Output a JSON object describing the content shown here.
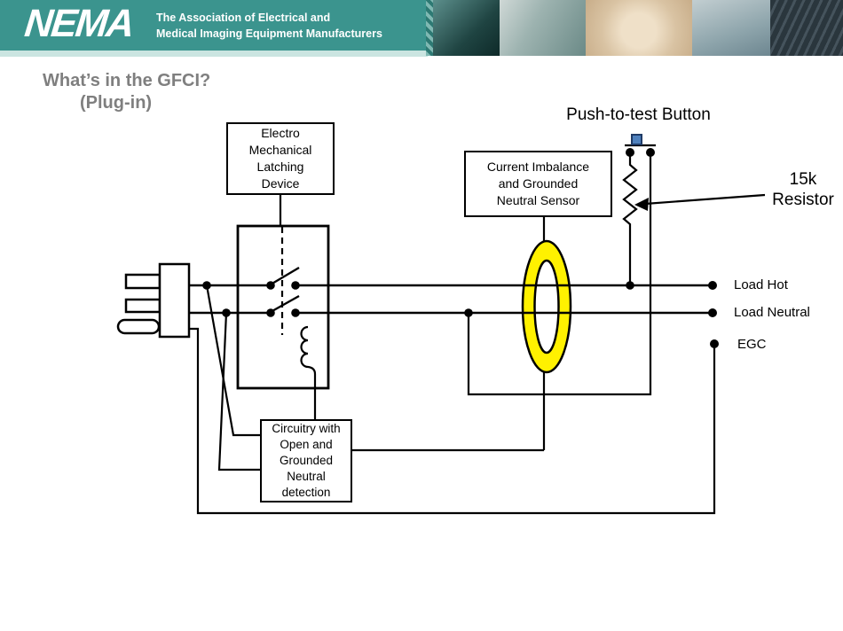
{
  "header": {
    "logo_text": "NEMA",
    "association_line1": "The Association of Electrical and",
    "association_line2": "Medical Imaging Equipment Manufacturers"
  },
  "title": {
    "line1": "What’s in the GFCI?",
    "line2": "(Plug-in)"
  },
  "diagram": {
    "boxes": {
      "latching_label": "Electro\nMechanical\nLatching\nDevice",
      "sensor_label": "Current Imbalance\nand Grounded\nNeutral Sensor",
      "circuitry_label": "Circuitry with\nOpen and\nGrounded\nNeutral\ndetection"
    },
    "labels": {
      "push_to_test": "Push-to-test Button",
      "resistor": "15k\nResistor",
      "load_hot": "Load Hot",
      "load_neutral": "Load Neutral",
      "egc": "EGC"
    }
  },
  "colors": {
    "teal": "#3B948E",
    "mint": "#CBE5E1",
    "title_gray": "#7F7F7F",
    "wire": "#000000",
    "toroid_yellow": "#FFF100",
    "button_blue": "#4F81BD",
    "button_border": "#1F3B66"
  }
}
